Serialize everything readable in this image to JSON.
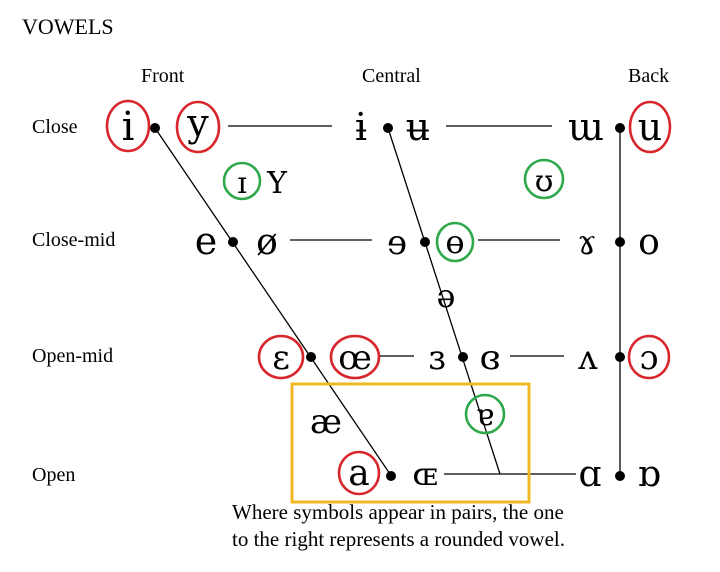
{
  "title": "VOWELS",
  "columns": {
    "front": "Front",
    "central": "Central",
    "back": "Back"
  },
  "rows": {
    "close": "Close",
    "close_mid": "Close-mid",
    "open_mid": "Open-mid",
    "open": "Open"
  },
  "vowels": {
    "close_front_unrounded": "i",
    "close_front_rounded": "y",
    "close_central_unrounded": "ɨ",
    "close_central_rounded": "ʉ",
    "close_back_unrounded": "ɯ",
    "close_back_rounded": "u",
    "near_close_front_unrounded": "ɪ",
    "near_close_front_rounded": "Y",
    "near_close_back_rounded": "ʊ",
    "close_mid_front_unrounded": "e",
    "close_mid_front_rounded": "ø",
    "close_mid_central_unrounded": "ɘ",
    "close_mid_central_rounded": "ɵ",
    "close_mid_back_unrounded": "ɤ",
    "close_mid_back_rounded": "o",
    "mid_central": "ə",
    "open_mid_front_unrounded": "ɛ",
    "open_mid_front_rounded": "œ",
    "open_mid_central_unrounded": "ɜ",
    "open_mid_central_rounded": "ɞ",
    "open_mid_back_unrounded": "ʌ",
    "open_mid_back_rounded": "ɔ",
    "near_open_front": "æ",
    "near_open_central": "ɐ",
    "open_front_unrounded": "a",
    "open_front_rounded": "ɶ",
    "open_back_unrounded": "ɑ",
    "open_back_rounded": "ɒ"
  },
  "highlights": {
    "red_circle_color": "#d8262c",
    "green_circle_color": "#2ea84a",
    "box_color": "#f2b824"
  },
  "note_line1": "Where symbols appear in pairs, the one",
  "note_line2": "to the right represents a rounded vowel."
}
